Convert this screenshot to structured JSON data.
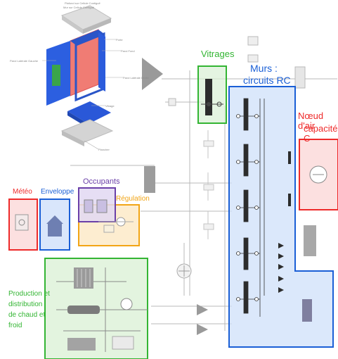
{
  "colors": {
    "red": "#ee2a2a",
    "blue": "#1a5fd6",
    "green": "#33b533",
    "purple": "#6a3fa8",
    "orange": "#f2a516",
    "blue_fill": "#cfe0fa",
    "green_fill": "#d9f0d4",
    "red_fill": "#fbd8d8",
    "purple_fill": "#e2d8f2",
    "orange_fill": "#fde9c4"
  },
  "labels": {
    "vitrages": "Vitrages",
    "murs_line1": "Murs :",
    "murs_line2": "circuits RC",
    "noeud_line1": "Nœud d'air",
    "noeud_line2": "capacité C",
    "meteo": "Météo",
    "enveloppe": "Enveloppe",
    "occupants": "Occupants",
    "regulation": "Régulation",
    "production": [
      "Production et",
      "distribution",
      "de chaud et",
      "froid"
    ]
  },
  "cube_labels": {
    "plafond": "Plafond sur Cellule Contiguë",
    "mur_cellule": "Mur sur Cellule Contiguë",
    "porte": "Porte",
    "paroi_fond": "Paroi Fond",
    "paroi_gauche": "Paroi Latérale Gauche",
    "paroi_droite": "Paroi Latérale Droite",
    "vitrage": "Vitrage",
    "plancher": "Plancher"
  },
  "icons": [
    "arrow-triangle-icon",
    "weather-icon",
    "house-icon",
    "radiator-icon",
    "fan-icon",
    "pump-icon"
  ]
}
